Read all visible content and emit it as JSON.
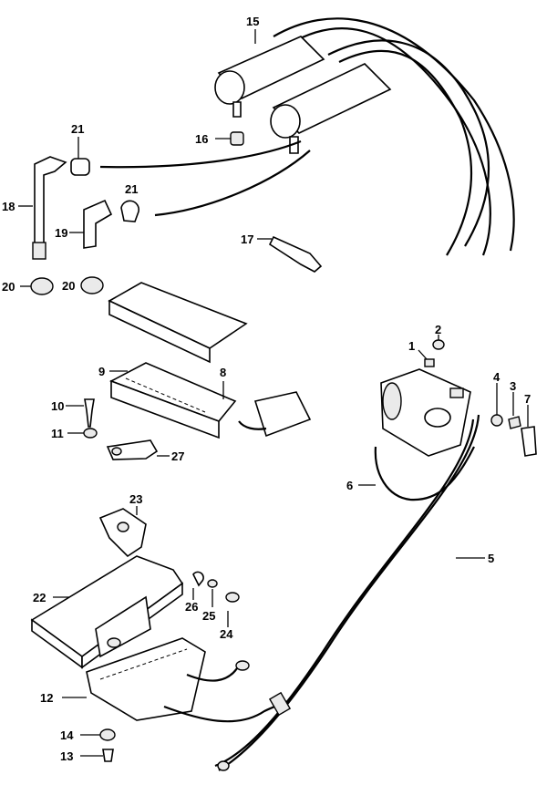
{
  "diagram": {
    "callouts": {
      "c1": "1",
      "c2": "2",
      "c3": "3",
      "c4": "4",
      "c5": "5",
      "c6": "6",
      "c7": "7",
      "c8": "8",
      "c9": "9",
      "c10": "10",
      "c11": "11",
      "c12": "12",
      "c13": "13",
      "c14": "14",
      "c15": "15",
      "c16": "16",
      "c17": "17",
      "c18": "18",
      "c19": "19",
      "c20a": "20",
      "c20b": "20",
      "c21a": "21",
      "c21b": "21",
      "c22": "22",
      "c23": "23",
      "c24": "24",
      "c25": "25",
      "c26": "26",
      "c27": "27"
    }
  }
}
